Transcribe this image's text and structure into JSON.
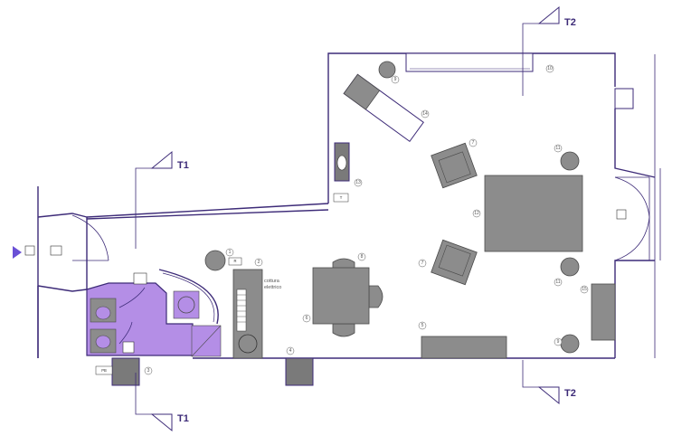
{
  "section_markers": [
    {
      "id": "T1-top",
      "label": "T1"
    },
    {
      "id": "T1-bottom",
      "label": "T1"
    },
    {
      "id": "T2-top",
      "label": "T2"
    },
    {
      "id": "T2-bottom",
      "label": "T2"
    }
  ],
  "annotations": {
    "cooking_label": [
      "cottura",
      "elettrico"
    ],
    "tag_R": "R",
    "tag_T": "T",
    "tag_PB": "PB"
  },
  "item_numbers": {
    "n1": "1",
    "n2": "2",
    "n3": "3",
    "n4": "4",
    "n5": "5",
    "n6": "6",
    "n7a": "7",
    "n7b": "7",
    "n8": "8",
    "n9a": "9",
    "n9b": "9",
    "n10": "10",
    "n11a": "11",
    "n11b": "11",
    "n12": "12",
    "n13": "13",
    "n14": "14",
    "n15": "15"
  },
  "colors": {
    "walls": "#3d2b78",
    "bathroom_fill": "#b48ee6",
    "furniture": "#8c8c8c",
    "entrance_arrow": "#6a50d6"
  }
}
